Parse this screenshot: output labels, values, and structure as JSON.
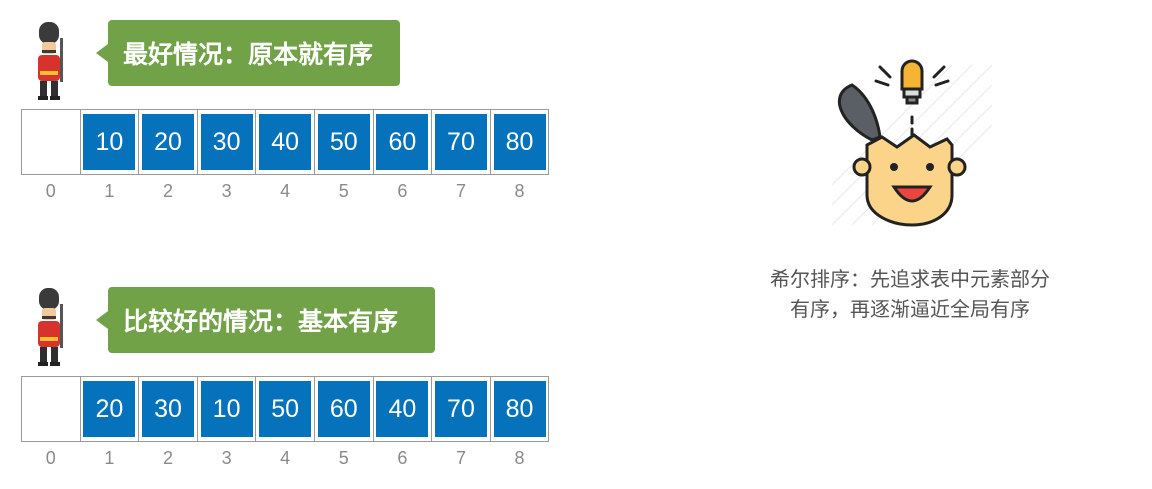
{
  "scenarios": [
    {
      "label": "最好情况：原本就有序",
      "indices": [
        "0",
        "1",
        "2",
        "3",
        "4",
        "5",
        "6",
        "7",
        "8"
      ],
      "values": [
        "",
        "10",
        "20",
        "30",
        "40",
        "50",
        "60",
        "70",
        "80"
      ]
    },
    {
      "label": "比较好的情况：基本有序",
      "indices": [
        "0",
        "1",
        "2",
        "3",
        "4",
        "5",
        "6",
        "7",
        "8"
      ],
      "values": [
        "",
        "20",
        "30",
        "10",
        "50",
        "60",
        "40",
        "70",
        "80"
      ]
    }
  ],
  "caption": {
    "line1": "希尔排序：先追求表中元素部分",
    "line2": "有序，再逐渐逼近全局有序"
  },
  "colors": {
    "bubble": "#72a247",
    "cell": "#0772bc"
  },
  "icons": [
    "guard-icon",
    "idea-head-icon"
  ]
}
